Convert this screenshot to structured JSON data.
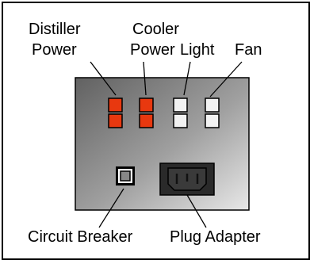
{
  "labels": {
    "distiller_power_line1": "Distiller",
    "distiller_power_line2": "Power",
    "cooler_power_line1": "Cooler",
    "cooler_power_line2": "Power",
    "light": "Light",
    "fan": "Fan",
    "circuit_breaker": "Circuit Breaker",
    "plug_adapter": "Plug Adapter"
  },
  "switches": [
    {
      "name": "distiller-power",
      "color": "#e8380f"
    },
    {
      "name": "cooler-power",
      "color": "#e8380f"
    },
    {
      "name": "light",
      "color": "#f2f2f2"
    },
    {
      "name": "fan",
      "color": "#f2f2f2"
    }
  ],
  "colors": {
    "panel_light": "#e4e4e4",
    "panel_dark": "#5a5a5a",
    "switch_on": "#e8380f",
    "switch_off": "#f2f2f2",
    "outline": "#000000"
  }
}
